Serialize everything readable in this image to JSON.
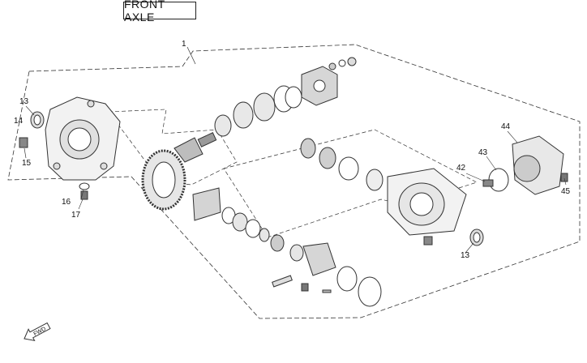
{
  "title": "FRONT AXLE",
  "callouts": [
    {
      "id": "c1",
      "label": "1"
    },
    {
      "id": "c13a",
      "label": "13"
    },
    {
      "id": "c14",
      "label": "14"
    },
    {
      "id": "c15",
      "label": "15"
    },
    {
      "id": "c16",
      "label": "16"
    },
    {
      "id": "c17",
      "label": "17"
    },
    {
      "id": "c13b",
      "label": "13"
    },
    {
      "id": "c42",
      "label": "42"
    },
    {
      "id": "c43",
      "label": "43"
    },
    {
      "id": "c44",
      "label": "44"
    },
    {
      "id": "c45",
      "label": "45"
    }
  ],
  "fwd_label": "FWD",
  "colors": {
    "line": "#222222",
    "part": "#555555",
    "light": "#bdbdbd"
  }
}
